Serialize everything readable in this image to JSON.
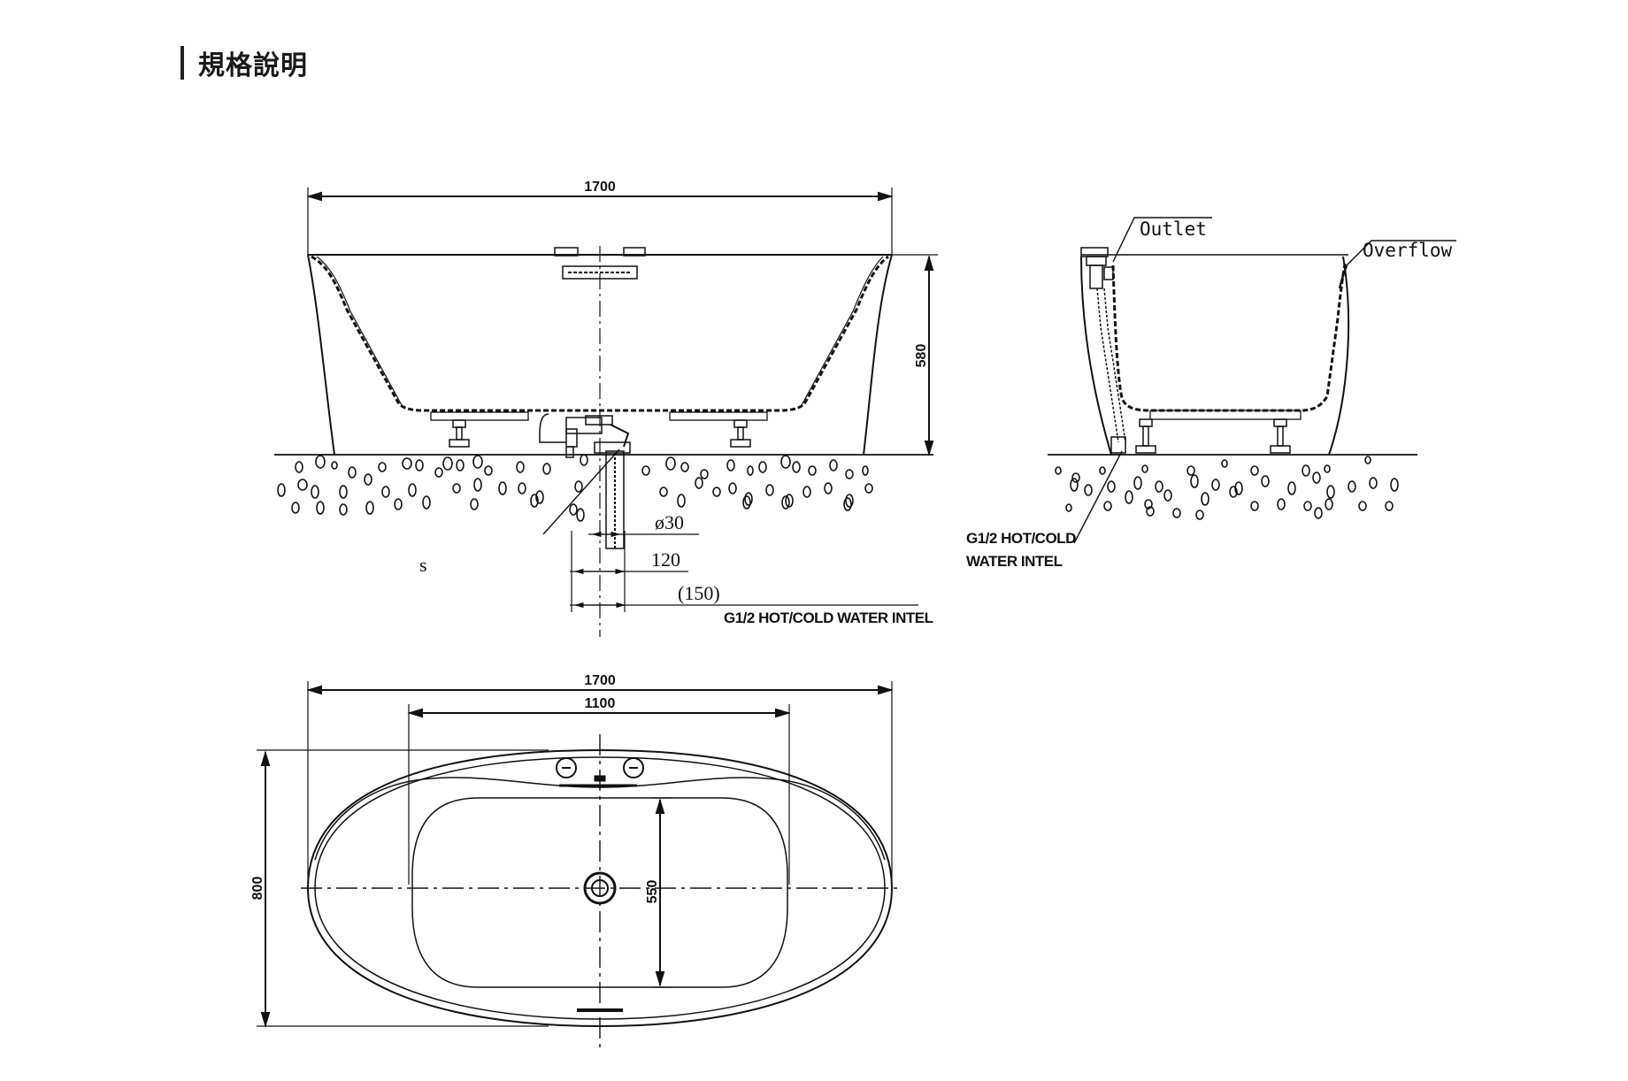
{
  "section": {
    "title": "規格說明"
  },
  "front_view": {
    "width_label": "1700",
    "height_label": "580",
    "pipe_diameter_label": "ø30",
    "offset_120_label": "120",
    "offset_150_label": "(150)",
    "inlet_label": "G1/2 HOT/COLD WATER INTEL",
    "stray_label": "s"
  },
  "side_view": {
    "outlet_label": "Outlet",
    "overflow_label": "Overflow",
    "inlet_label_line1": "G1/2 HOT/COLD",
    "inlet_label_line2": "WATER INTEL"
  },
  "top_view": {
    "outer_width_label": "1700",
    "inner_width_label": "1100",
    "outer_depth_label": "800",
    "inner_depth_label": "550"
  }
}
